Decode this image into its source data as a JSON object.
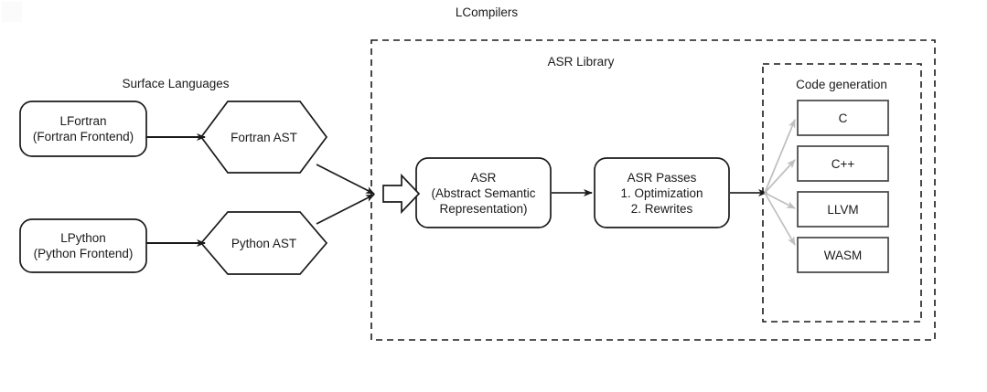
{
  "diagram": {
    "title": "LCompilers",
    "background": "#ffffff",
    "stroke_color": "#1a1a1a",
    "gray_arrow_color": "#bfbfbf",
    "groups": {
      "lcompilers": {
        "label": "LCompilers"
      },
      "asr_library": {
        "label": "ASR Library"
      },
      "code_generation": {
        "label": "Code generation"
      },
      "surface_languages": {
        "label": "Surface Languages"
      }
    },
    "nodes": {
      "lfortran": {
        "line1": "LFortran",
        "line2": "(Fortran Frontend)"
      },
      "lpython": {
        "line1": "LPython",
        "line2": "(Python Frontend)"
      },
      "fortran_ast": {
        "label": "Fortran AST"
      },
      "python_ast": {
        "label": "Python AST"
      },
      "asr": {
        "line1": "ASR",
        "line2": "(Abstract Semantic",
        "line3": "Representation)"
      },
      "asr_passes": {
        "line1": "ASR Passes",
        "line2": "1. Optimization",
        "line3": "2. Rewrites"
      }
    },
    "targets": [
      {
        "label": "C"
      },
      {
        "label": "C++"
      },
      {
        "label": "LLVM"
      },
      {
        "label": "WASM"
      }
    ]
  }
}
